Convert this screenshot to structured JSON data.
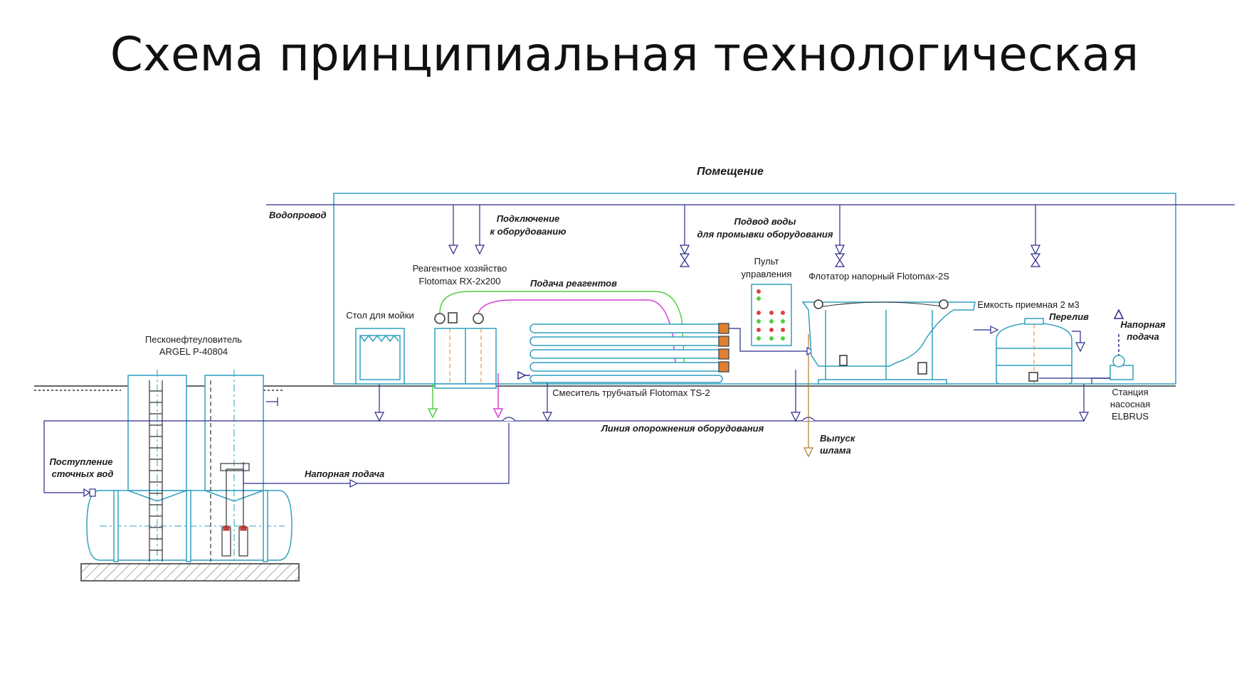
{
  "title": "Схема принципиальная технологическая",
  "labels": {
    "room": "Помещение",
    "water_supply": "Водопровод",
    "equipment_connection": [
      "Подключение",
      "к оборудованию"
    ],
    "wash_water": [
      "Подвод воды",
      "для промывки оборудования"
    ],
    "reagent_unit": [
      "Реагентное хозяйство",
      "Flotomax RX-2x200"
    ],
    "reagent_feed": "Подача реагентов",
    "control_panel": [
      "Пульт",
      "управления"
    ],
    "flotator": "Флотатор напорный Flotomax-2S",
    "receiving_tank": "Емкость приемная 2 м3",
    "overflow": "Перелив",
    "pressure_feed_right": [
      "Напорная",
      "подача"
    ],
    "wash_table": "Стол для мойки",
    "separator": [
      "Песконефтеуловитель",
      "ARGEL P-40804"
    ],
    "tube_mixer": "Смеситель трубчатый Flotomax TS-2",
    "pump_station": [
      "Станция",
      "насосная",
      "ELBRUS"
    ],
    "drain_line": "Линия опорожнения оборудования",
    "sludge_outlet": [
      "Выпуск",
      "шлама"
    ],
    "wastewater_inlet": [
      "Поступление",
      "сточных вод"
    ],
    "pressure_feed": "Напорная подача"
  },
  "colors": {
    "equipment": "#2f9fbf",
    "pipe": "#2b2b8f",
    "reagent_green": "#4fcf3f",
    "reagent_magenta": "#d63fd6",
    "sludge": "#b07830",
    "ground": "#333333"
  }
}
